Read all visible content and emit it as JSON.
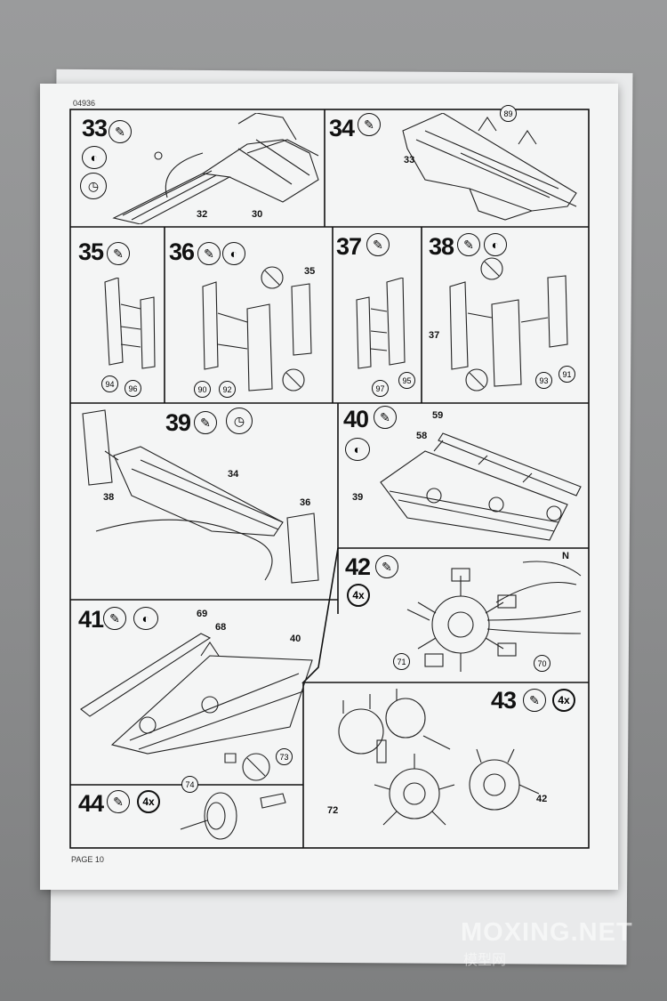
{
  "document": {
    "code": "04936",
    "page_label": "PAGE 10"
  },
  "steps": {
    "s33": {
      "number": "33",
      "parts": [
        "32",
        "30"
      ]
    },
    "s34": {
      "number": "34",
      "parts": [
        "89",
        "33"
      ]
    },
    "s35": {
      "number": "35",
      "parts": [
        "94",
        "96"
      ]
    },
    "s36": {
      "number": "36",
      "parts": [
        "35",
        "90",
        "92"
      ]
    },
    "s37": {
      "number": "37",
      "parts": [
        "97",
        "95"
      ]
    },
    "s38": {
      "number": "38",
      "parts": [
        "37",
        "93",
        "91"
      ]
    },
    "s39": {
      "number": "39",
      "parts": [
        "38",
        "34",
        "36"
      ]
    },
    "s40": {
      "number": "40",
      "parts": [
        "59",
        "58",
        "39"
      ]
    },
    "s41": {
      "number": "41",
      "parts": [
        "69",
        "68",
        "40"
      ]
    },
    "s42": {
      "number": "42",
      "multiplier": "4x",
      "parts": [
        "71",
        "70"
      ],
      "flag": "N"
    },
    "s43": {
      "number": "43",
      "multiplier": "4x",
      "parts": [
        "72",
        "42"
      ]
    },
    "s44": {
      "number": "44",
      "multiplier": "4x",
      "parts": [
        "74",
        "73"
      ]
    }
  },
  "icons": {
    "glue": "glue-tube-icon",
    "paint": "paint-icon",
    "clock": "clock-icon",
    "no_glue": "no-glue-icon"
  },
  "watermark": {
    "main": "MOXING.NET",
    "sub": "模型网"
  }
}
